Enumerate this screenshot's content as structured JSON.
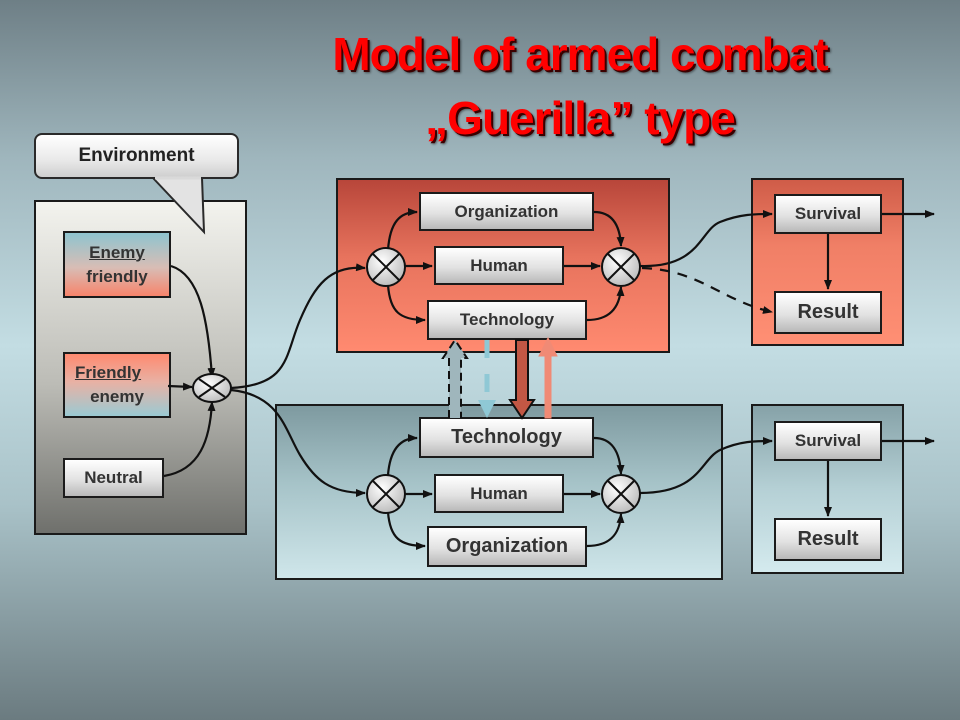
{
  "title": {
    "line1": "Model of armed combat",
    "line2": "„Guerilla” type"
  },
  "environment": {
    "label": "Environment",
    "enemy_friendly": {
      "line1": "Enemy",
      "line2": "friendly"
    },
    "friendly_enemy": {
      "line1": "Friendly",
      "line2": "enemy"
    },
    "neutral": "Neutral"
  },
  "upper": {
    "organization": "Organization",
    "human": "Human",
    "technology": "Technology",
    "survival": "Survival",
    "result": "Result"
  },
  "lower": {
    "technology": "Technology",
    "human": "Human",
    "organization": "Organization",
    "survival": "Survival",
    "result": "Result"
  },
  "colors": {
    "title": "#ff0000",
    "red_panel": "#ff8a70",
    "blue_panel": "#a6c3c8",
    "red_arrow": "#e8735f",
    "blue_arrow": "#8fc8d5"
  }
}
